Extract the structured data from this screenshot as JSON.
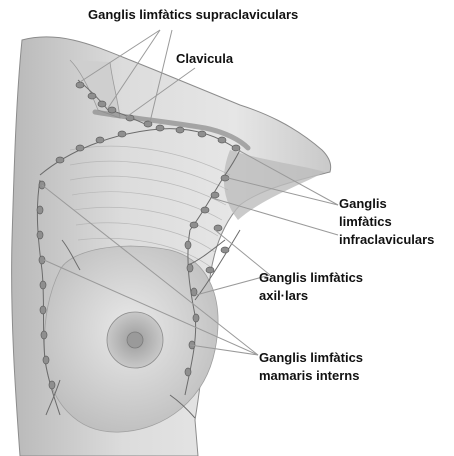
{
  "labels": {
    "supraclavicular": "Ganglis limfàtics supraclaviculars",
    "clavicle": "Clavicula",
    "infraclavicular": [
      "Ganglis",
      "limfàtics",
      "infraclaviculars"
    ],
    "axillary": [
      "Ganglis limfàtics",
      "axil·lars"
    ],
    "internal_mammary": [
      "Ganglis limfàtics",
      "mamaris interns"
    ]
  },
  "colors": {
    "skin": "#d6d6d6",
    "skin_dark": "#a9a9a9",
    "node": "#8f8f8f",
    "vessel": "#6b6b6b",
    "leader": "#9a9a9a",
    "text": "#111111"
  }
}
